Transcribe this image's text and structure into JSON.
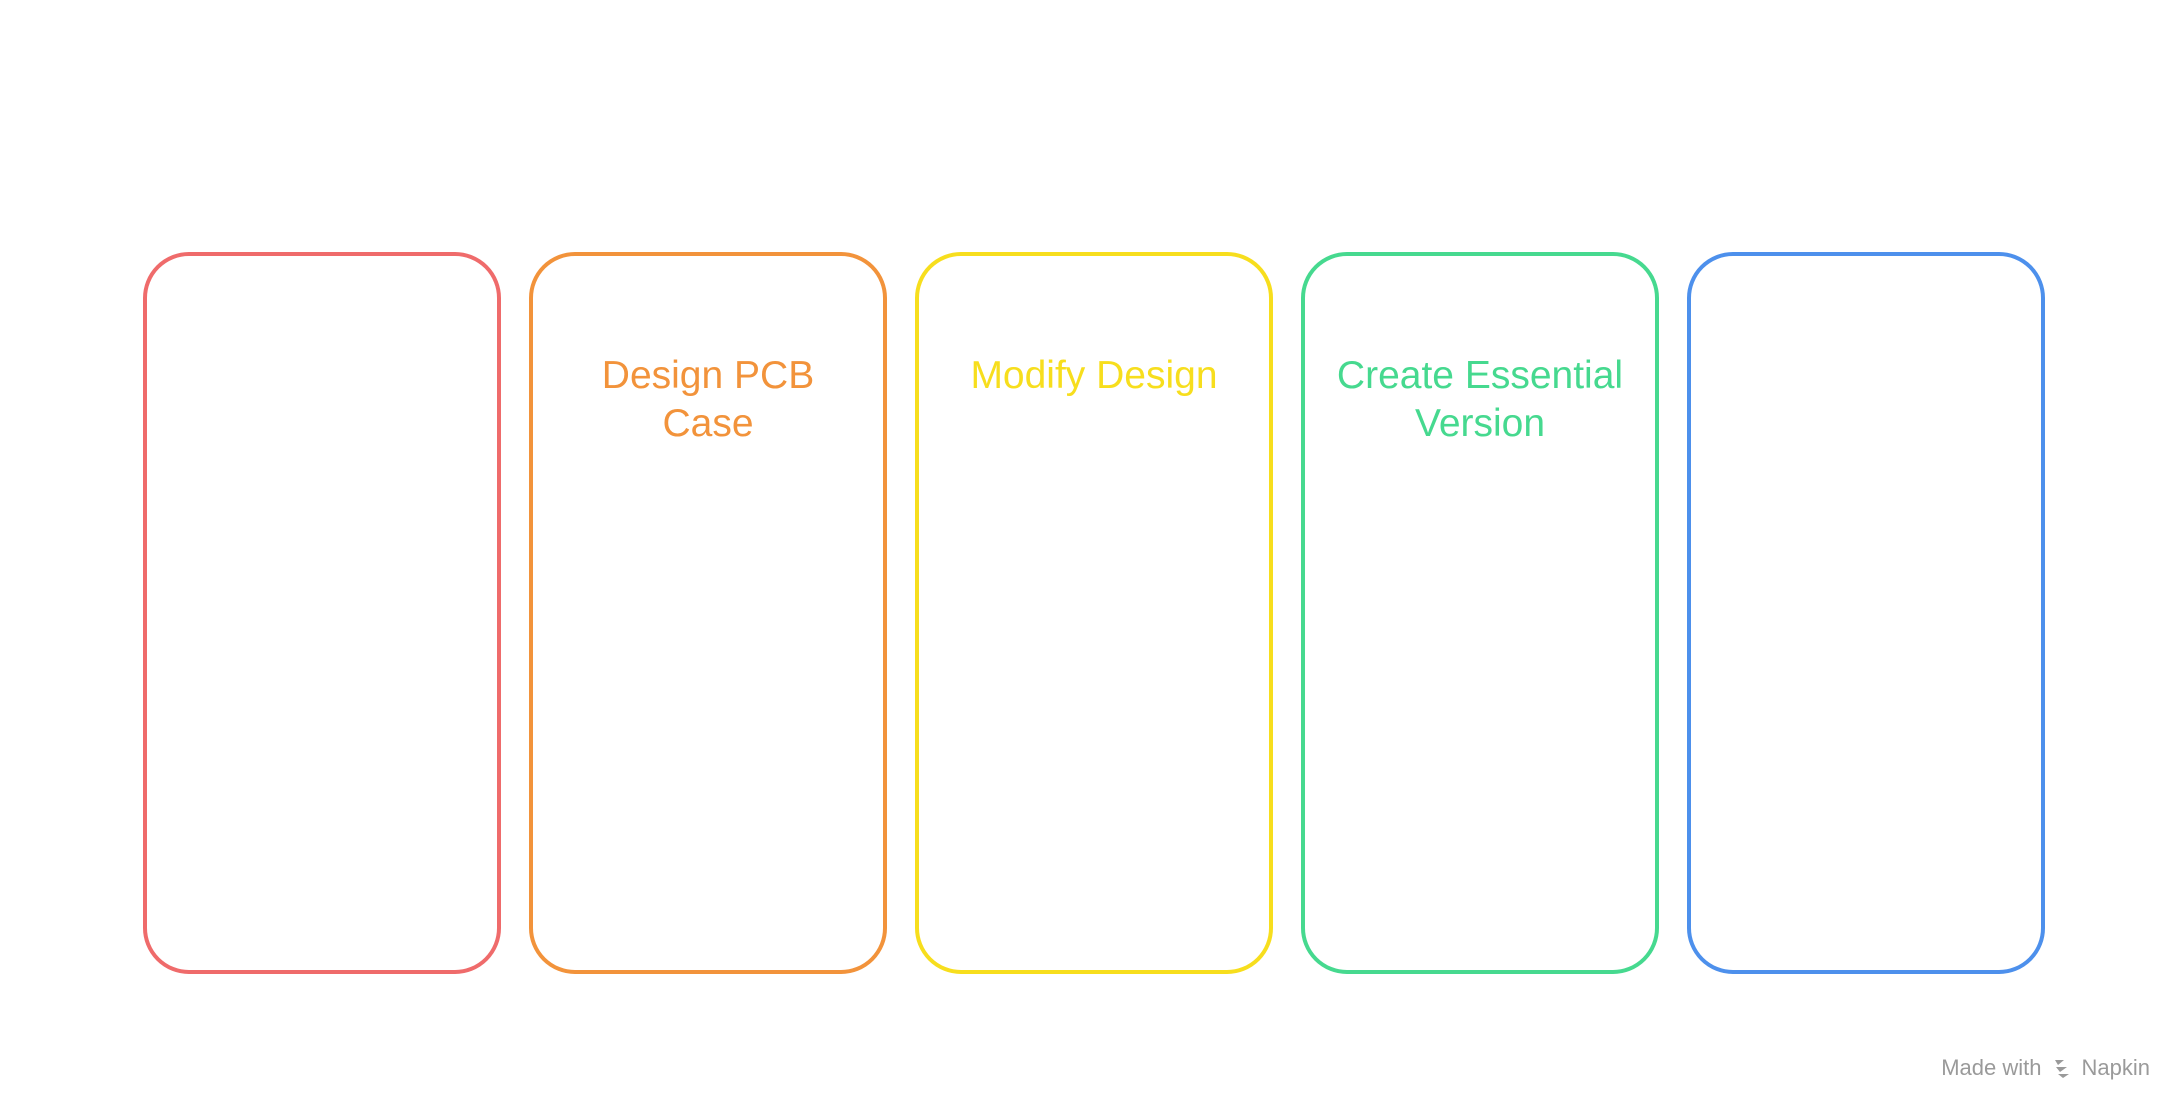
{
  "diagram": {
    "cards": [
      {
        "title": "",
        "color": "#ef6b6b"
      },
      {
        "title": "Design PCB\nCase",
        "color": "#f2933b"
      },
      {
        "title": "Modify Design",
        "color": "#f7de1d"
      },
      {
        "title": "Create Essential\nVersion",
        "color": "#46d98f"
      },
      {
        "title": "",
        "color": "#4d90ec"
      }
    ]
  },
  "watermark": {
    "made_with": "Made with",
    "brand": "Napkin",
    "icon": "napkin-logo-icon",
    "color": "#9a9a9a"
  }
}
